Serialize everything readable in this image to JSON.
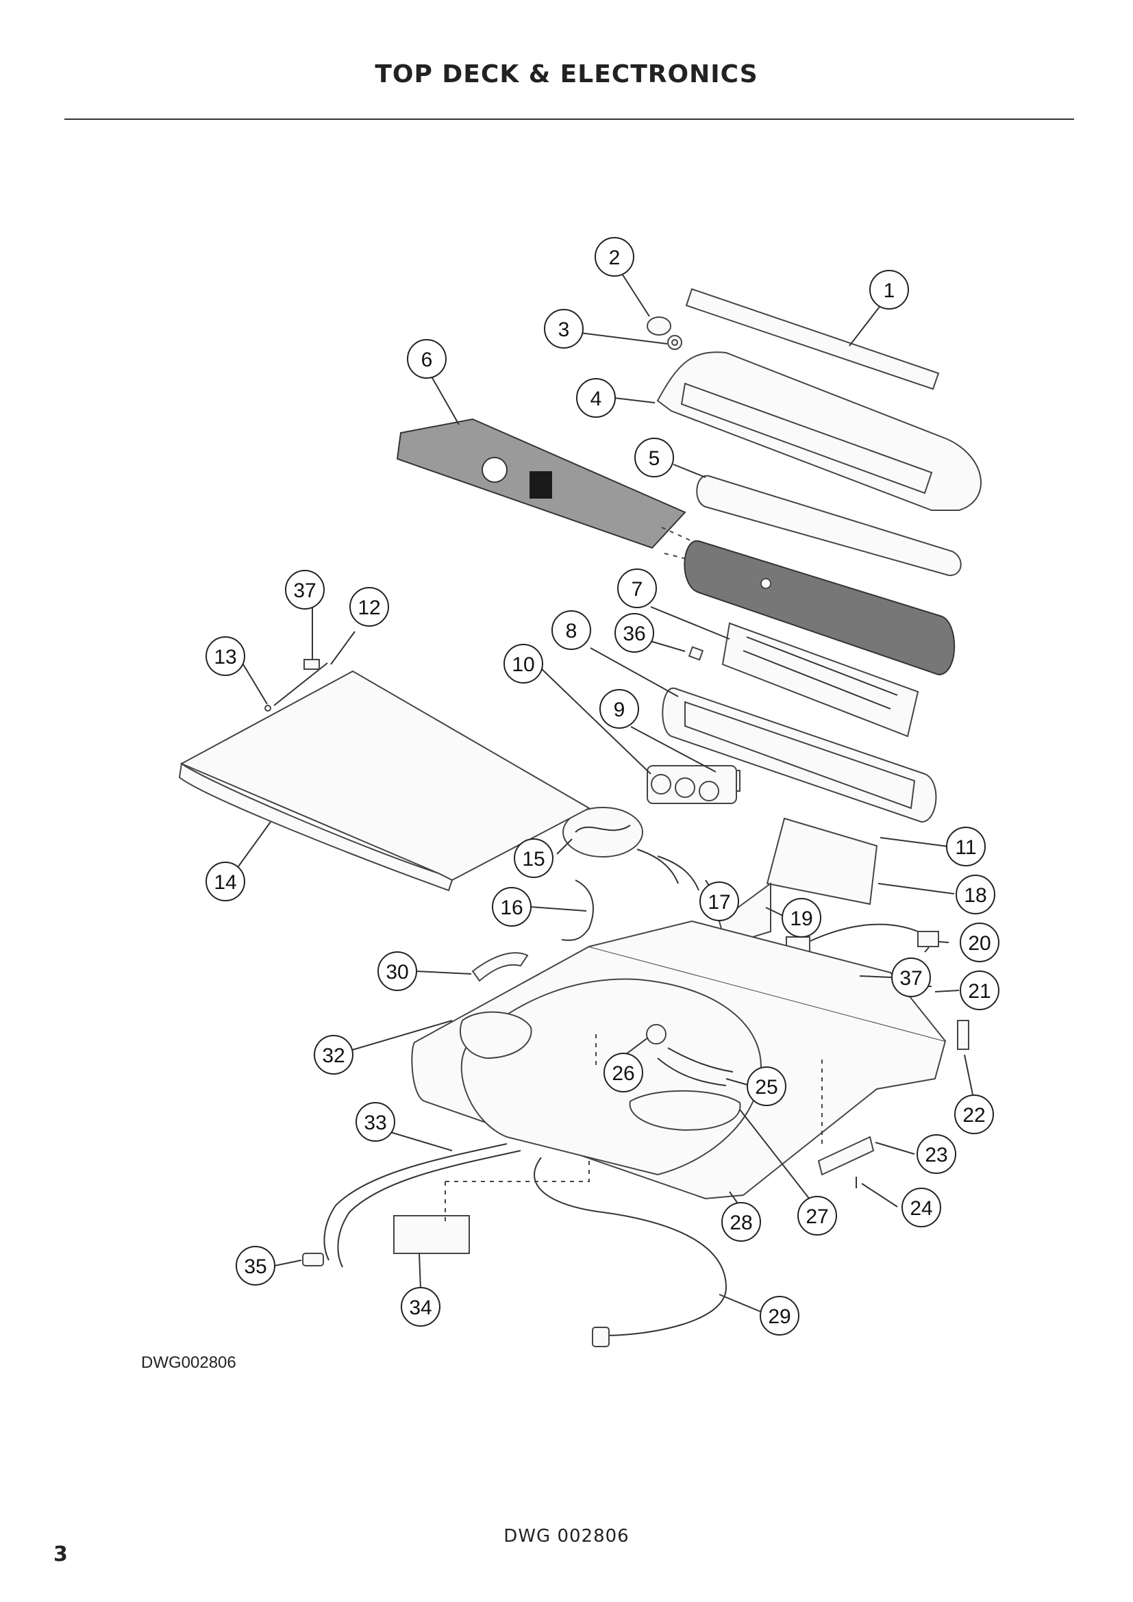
{
  "header": {
    "title": "TOP DECK & ELECTRONICS"
  },
  "diagram": {
    "drawing_code": "DWG002806",
    "callouts": [
      {
        "number": "1"
      },
      {
        "number": "2"
      },
      {
        "number": "3"
      },
      {
        "number": "4"
      },
      {
        "number": "5"
      },
      {
        "number": "6"
      },
      {
        "number": "7"
      },
      {
        "number": "8"
      },
      {
        "number": "9"
      },
      {
        "number": "10"
      },
      {
        "number": "11"
      },
      {
        "number": "12"
      },
      {
        "number": "13"
      },
      {
        "number": "14"
      },
      {
        "number": "15"
      },
      {
        "number": "16"
      },
      {
        "number": "17"
      },
      {
        "number": "18"
      },
      {
        "number": "19"
      },
      {
        "number": "20"
      },
      {
        "number": "21"
      },
      {
        "number": "22"
      },
      {
        "number": "23"
      },
      {
        "number": "24"
      },
      {
        "number": "25"
      },
      {
        "number": "26"
      },
      {
        "number": "27"
      },
      {
        "number": "28"
      },
      {
        "number": "29"
      },
      {
        "number": "30"
      },
      {
        "number": "32"
      },
      {
        "number": "33"
      },
      {
        "number": "34"
      },
      {
        "number": "35"
      },
      {
        "number": "36"
      },
      {
        "number": "37"
      },
      {
        "number": "37"
      }
    ]
  },
  "footer": {
    "drawing_code": "DWG 002806",
    "page_number": "3"
  }
}
